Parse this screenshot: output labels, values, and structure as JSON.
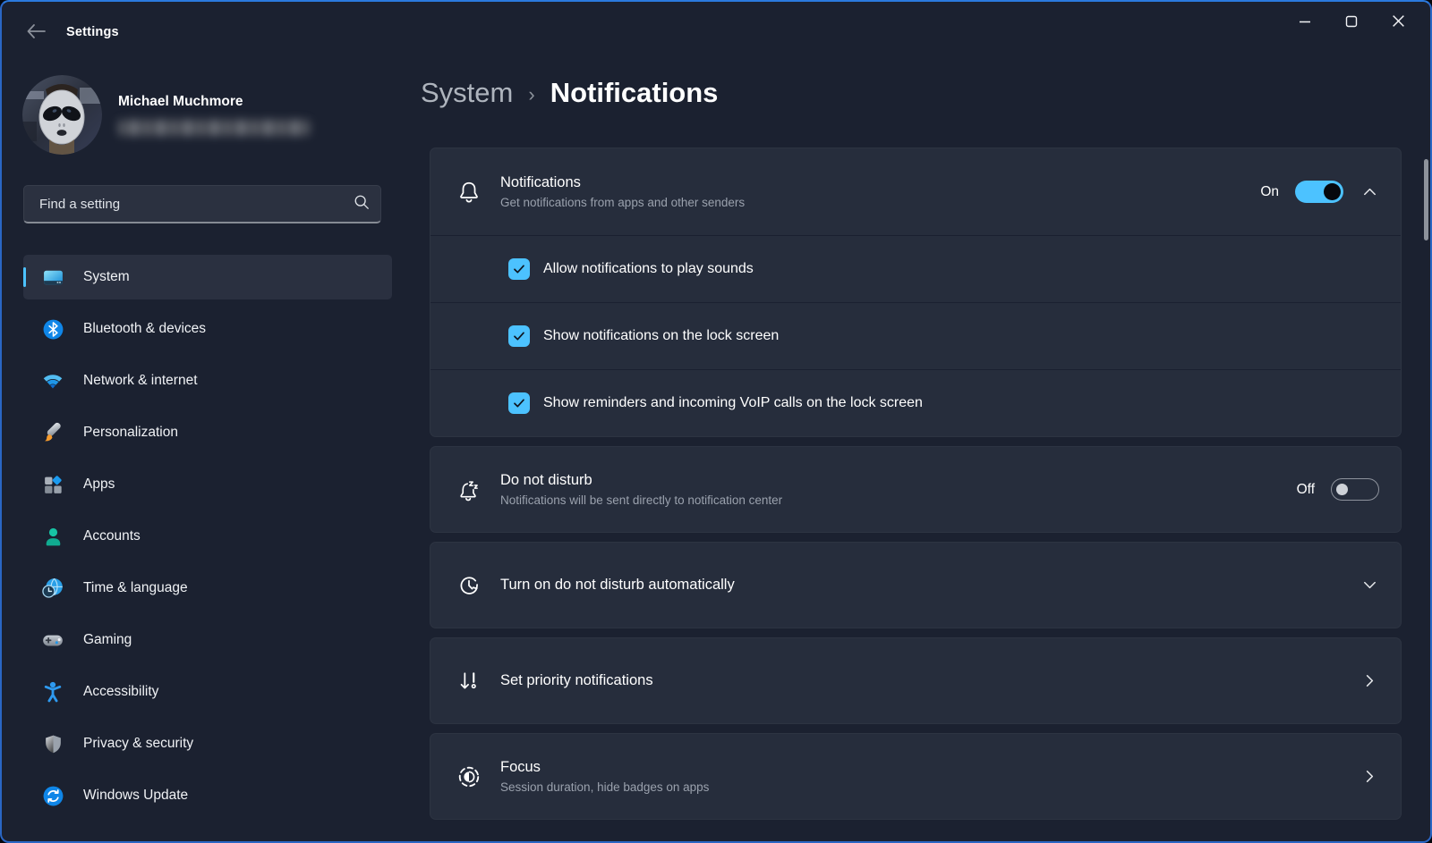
{
  "window": {
    "title": "Settings"
  },
  "profile": {
    "name": "Michael Muchmore"
  },
  "search": {
    "placeholder": "Find a setting"
  },
  "sidebar": {
    "items": [
      {
        "label": "System",
        "icon": "display-icon",
        "selected": true
      },
      {
        "label": "Bluetooth & devices",
        "icon": "bluetooth-icon",
        "selected": false
      },
      {
        "label": "Network & internet",
        "icon": "wifi-icon",
        "selected": false
      },
      {
        "label": "Personalization",
        "icon": "brush-icon",
        "selected": false
      },
      {
        "label": "Apps",
        "icon": "apps-icon",
        "selected": false
      },
      {
        "label": "Accounts",
        "icon": "person-icon",
        "selected": false
      },
      {
        "label": "Time & language",
        "icon": "globe-clock-icon",
        "selected": false
      },
      {
        "label": "Gaming",
        "icon": "gamepad-icon",
        "selected": false
      },
      {
        "label": "Accessibility",
        "icon": "accessibility-icon",
        "selected": false
      },
      {
        "label": "Privacy & security",
        "icon": "shield-icon",
        "selected": false
      },
      {
        "label": "Windows Update",
        "icon": "update-icon",
        "selected": false
      }
    ]
  },
  "breadcrumb": {
    "parent": "System",
    "separator": "›",
    "current": "Notifications"
  },
  "cards": {
    "notifications": {
      "title": "Notifications",
      "subtitle": "Get notifications from apps and other senders",
      "toggle_label": "On",
      "toggle_state": "on",
      "checkboxes": [
        {
          "label": "Allow notifications to play sounds",
          "checked": true
        },
        {
          "label": "Show notifications on the lock screen",
          "checked": true
        },
        {
          "label": "Show reminders and incoming VoIP calls on the lock screen",
          "checked": true
        }
      ]
    },
    "do_not_disturb": {
      "title": "Do not disturb",
      "subtitle": "Notifications will be sent directly to notification center",
      "toggle_label": "Off",
      "toggle_state": "off"
    },
    "auto_dnd": {
      "title": "Turn on do not disturb automatically"
    },
    "priority": {
      "title": "Set priority notifications"
    },
    "focus": {
      "title": "Focus",
      "subtitle": "Session duration, hide badges on apps"
    }
  },
  "colors": {
    "accent": "#4CC2FF",
    "window_bg": "#1B2130",
    "card_bg": "#262D3C"
  }
}
